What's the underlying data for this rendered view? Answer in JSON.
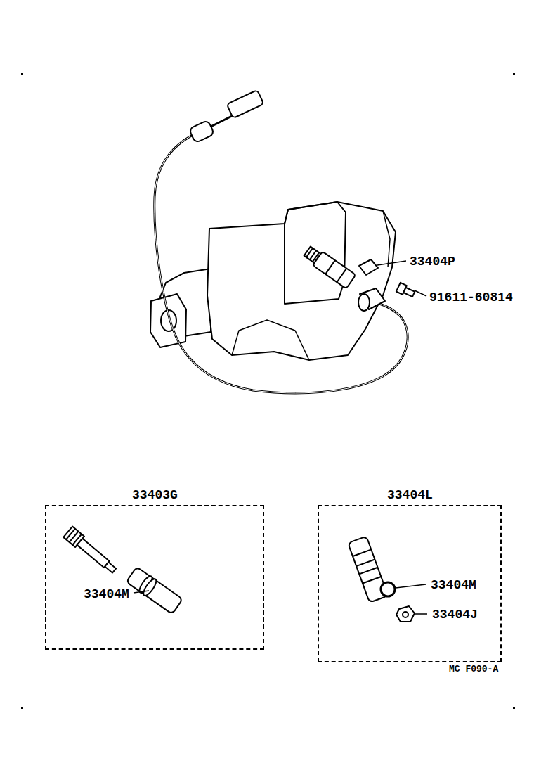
{
  "diagram": {
    "nodes": [
      {
        "text": [
          "33403G",
          "33404M"
        ]
      },
      {
        "text": [
          "33404L",
          "33404M",
          "33404J"
        ]
      }
    ],
    "labels": [
      "33404P",
      "91611-60814",
      "MC F090-A"
    ]
  }
}
